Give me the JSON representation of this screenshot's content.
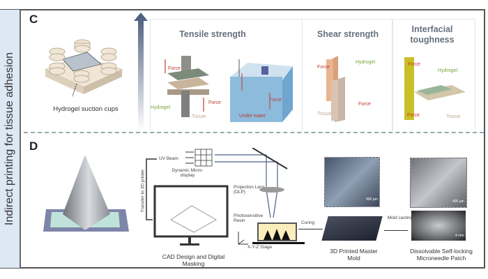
{
  "sidebar": {
    "label": "Indirect printing for tissue adhesion"
  },
  "panel_c": {
    "letter": "C",
    "suction_caption": "Hydrogel suction cups",
    "tests": [
      {
        "title": "Tensile strength",
        "labels": {
          "force": "Force",
          "hydrogel": "Hydrogel",
          "tissue": "Tissue",
          "underwater": "Under water"
        }
      },
      {
        "title": "Shear strength",
        "labels": {
          "force": "Force",
          "hydrogel": "Hydrogel",
          "tissue": "Tissue"
        }
      },
      {
        "title": "Interfacial toughness",
        "labels": {
          "force": "Force",
          "hydrogel": "Hydrogel",
          "tissue": "Tissue"
        }
      }
    ]
  },
  "panel_d": {
    "letter": "D",
    "transfer_label": "Transfer to 3D printer",
    "uv_beam": "UV Beam",
    "micro_display": "Dynamic Micro-display",
    "projection_lens": "Projection Lens (DLP)",
    "resin": "Photosensitive Resin",
    "stage": "X-Y-Z Stage",
    "cad": "CAD Design and Digital Masking",
    "curing": "Curing",
    "master_mold": "3D Printed Master Mold",
    "mold_casting": "Mold casting",
    "patch": "Dissolvable Self-locking Microneedle Patch",
    "scale_um": "400 µm",
    "scale_mm": "4 mm"
  }
}
